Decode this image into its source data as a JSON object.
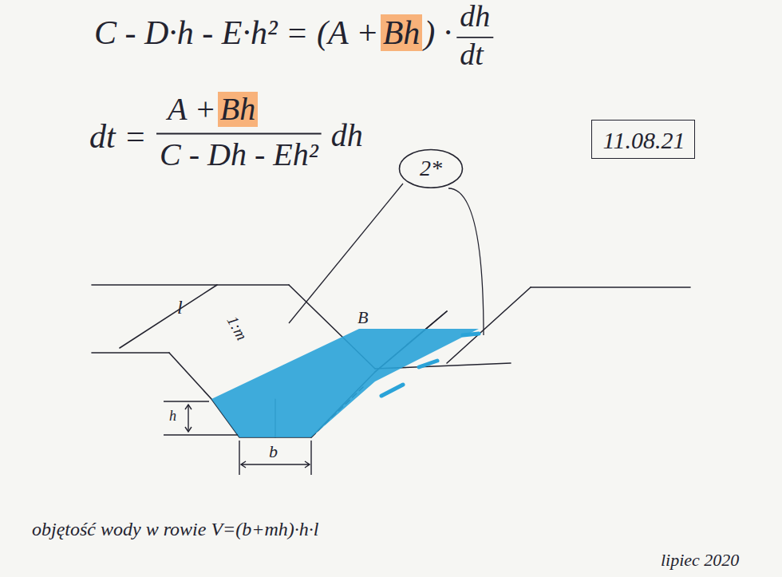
{
  "diagram": {
    "nodes": [
      {
        "text": [
          "11.08.21"
        ]
      },
      {
        "text": [
          "2*"
        ]
      }
    ],
    "edges": [],
    "labels": [
      "C - D·h - E·h² = (A + ",
      "Bh",
      ") ·",
      "dh",
      "dt",
      "dt =",
      "A + ",
      "Bh",
      "C - Dh - Eh²",
      "dh",
      "l",
      "1:m",
      "B",
      "h",
      "b",
      "objętość wody w rowie V=(b+mh)·h·l",
      "lipiec 2020"
    ]
  }
}
